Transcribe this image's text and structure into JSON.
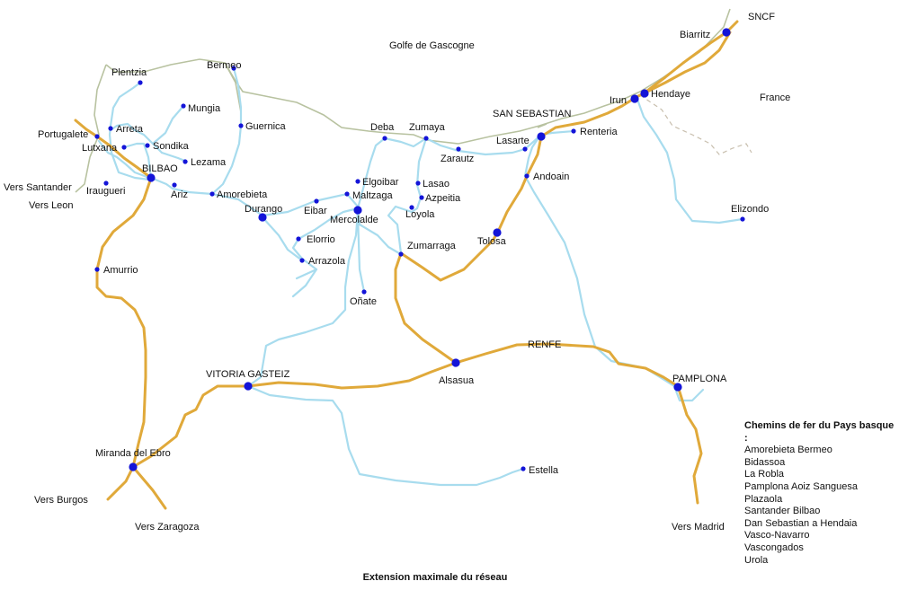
{
  "colors": {
    "coast": "#b8c2a0",
    "narrow_gauge": "#a8dcee",
    "broad_gauge": "#e0a93a",
    "border": "#c8bfae",
    "station": "#1414d8"
  },
  "map": {
    "sea_label": "Golfe de Gascogne",
    "country_label": "France",
    "network_labels": {
      "sncf": "SNCF",
      "renfe": "RENFE"
    },
    "stations": [
      {
        "id": "plentzia",
        "name": "Plentzia",
        "size": "small"
      },
      {
        "id": "bermeo",
        "name": "Bermeo",
        "size": "small"
      },
      {
        "id": "mungia",
        "name": "Mungia",
        "size": "small"
      },
      {
        "id": "arreta",
        "name": "Arreta",
        "size": "small"
      },
      {
        "id": "portugalete",
        "name": "Portugalete",
        "size": "small"
      },
      {
        "id": "lutxana",
        "name": "Lutxana",
        "size": "small"
      },
      {
        "id": "sondika",
        "name": "Sondika",
        "size": "small"
      },
      {
        "id": "lezama",
        "name": "Lezama",
        "size": "small"
      },
      {
        "id": "guernica",
        "name": "Guernica",
        "size": "small"
      },
      {
        "id": "bilbao",
        "name": "BILBAO",
        "size": "large"
      },
      {
        "id": "ariz",
        "name": "Ariz",
        "size": "small"
      },
      {
        "id": "iraugueri",
        "name": "Iraugueri",
        "size": "small"
      },
      {
        "id": "amorebieta",
        "name": "Amorebieta",
        "size": "small"
      },
      {
        "id": "durango",
        "name": "Durango",
        "size": "large"
      },
      {
        "id": "eibar",
        "name": "Eibar",
        "size": "small"
      },
      {
        "id": "elgoibar",
        "name": "Elgoibar",
        "size": "small"
      },
      {
        "id": "maltzaga",
        "name": "Maltzaga",
        "size": "small"
      },
      {
        "id": "mercolalde",
        "name": "Mercolalde",
        "size": "large"
      },
      {
        "id": "elorrio",
        "name": "Elorrio",
        "size": "small"
      },
      {
        "id": "arrazola",
        "name": "Arrazola",
        "size": "small"
      },
      {
        "id": "onate",
        "name": "Oñate",
        "size": "small"
      },
      {
        "id": "deba",
        "name": "Deba",
        "size": "small"
      },
      {
        "id": "zumaya",
        "name": "Zumaya",
        "size": "small"
      },
      {
        "id": "zarautz",
        "name": "Zarautz",
        "size": "small"
      },
      {
        "id": "lasao",
        "name": "Lasao",
        "size": "small"
      },
      {
        "id": "azpeitia",
        "name": "Azpeitia",
        "size": "small"
      },
      {
        "id": "loyola",
        "name": "Loyola",
        "size": "small"
      },
      {
        "id": "zumarraga",
        "name": "Zumarraga",
        "size": "small"
      },
      {
        "id": "lasarte",
        "name": "Lasarte",
        "size": "small"
      },
      {
        "id": "san_sebastian",
        "name": "SAN SEBASTIAN",
        "size": "large"
      },
      {
        "id": "renteria",
        "name": "Renteria",
        "size": "small"
      },
      {
        "id": "andoain",
        "name": "Andoain",
        "size": "small"
      },
      {
        "id": "tolosa",
        "name": "Tolosa",
        "size": "large"
      },
      {
        "id": "irun",
        "name": "Irun",
        "size": "large"
      },
      {
        "id": "hendaye",
        "name": "Hendaye",
        "size": "large"
      },
      {
        "id": "biarritz",
        "name": "Biarritz",
        "size": "large"
      },
      {
        "id": "elizondo",
        "name": "Elizondo",
        "size": "small"
      },
      {
        "id": "amurrio",
        "name": "Amurrio",
        "size": "small"
      },
      {
        "id": "vitoria",
        "name": "VITORIA GASTEIZ",
        "size": "large"
      },
      {
        "id": "alsasua",
        "name": "Alsasua",
        "size": "large"
      },
      {
        "id": "pamplona",
        "name": "PAMPLONA",
        "size": "large"
      },
      {
        "id": "miranda",
        "name": "Miranda del Ebro",
        "size": "large"
      },
      {
        "id": "estella",
        "name": "Estella",
        "size": "small"
      }
    ],
    "directions": [
      {
        "id": "santander",
        "text": "Vers Santander"
      },
      {
        "id": "leon",
        "text": "Vers Leon"
      },
      {
        "id": "burgos",
        "text": "Vers Burgos"
      },
      {
        "id": "zaragoza",
        "text": "Vers Zaragoza"
      },
      {
        "id": "madrid",
        "text": "Vers Madrid"
      }
    ]
  },
  "legend": {
    "title": "Chemins de fer du Pays basque :",
    "items": [
      "Amorebieta Bermeo",
      "Bidassoa",
      "La Robla",
      "Pamplona Aoiz Sanguesa",
      "Plazaola",
      "Santander Bilbao",
      "Dan Sebastian a Hendaia",
      "Vasco-Navarro",
      "Vascongados",
      "Urola"
    ]
  },
  "caption": "Extension maximale du réseau"
}
